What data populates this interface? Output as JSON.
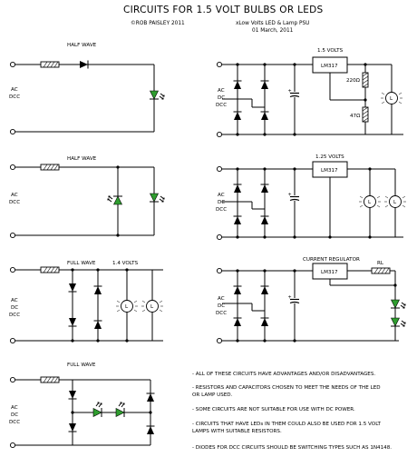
{
  "header": {
    "title": "CIRCUITS FOR 1.5 VOLT BULBS OR LEDS",
    "author": "©ROB PAISLEY 2011",
    "subtitle": "xLow Volts LED & Lamp PSU",
    "date": "01 March, 2011"
  },
  "circuits": {
    "c1_label": "HALF WAVE",
    "c2_label": "HALF WAVE",
    "c3_label": "FULL WAVE",
    "c3_volts": "1.4 VOLTS",
    "c4_label": "FULL WAVE",
    "r1_volts": "1.5 VOLTS",
    "r1_chip": "LM317",
    "r1_r_top": "220Ω",
    "r1_r_bot": "47Ω",
    "r2_volts": "1.25 VOLTS",
    "r2_chip": "LM317",
    "r3_title": "CURRENT REGULATOR",
    "r3_chip": "LM317",
    "r3_rl": "RL"
  },
  "input_labels": {
    "ac": "AC",
    "dc": "DC",
    "dcc": "DCC"
  },
  "lamp_symbol": "L",
  "notes": [
    "- ALL OF THESE CIRCUITS HAVE ADVANTAGES AND/OR DISADVANTAGES.",
    "- RESISTORS AND CAPACITORS CHOSEN TO MEET THE NEEDS OF THE LED",
    "  OR LAMP USED.",
    "- SOME CIRCUITS ARE NOT SUITABLE FOR USE WITH DC POWER.",
    "- CIRCUITS THAT HAVE LEDs IN THEM COULD ALSO BE USED FOR 1.5 VOLT",
    "  LAMPS WITH SUITABLE RESISTORS.",
    "- DIODES FOR DCC CIRCUITS SHOULD BE SWITCHING TYPES SUCH AS 1N4148."
  ],
  "colors": {
    "led": "#2f9e2f",
    "wire": "#000000",
    "background": "#ffffff"
  }
}
